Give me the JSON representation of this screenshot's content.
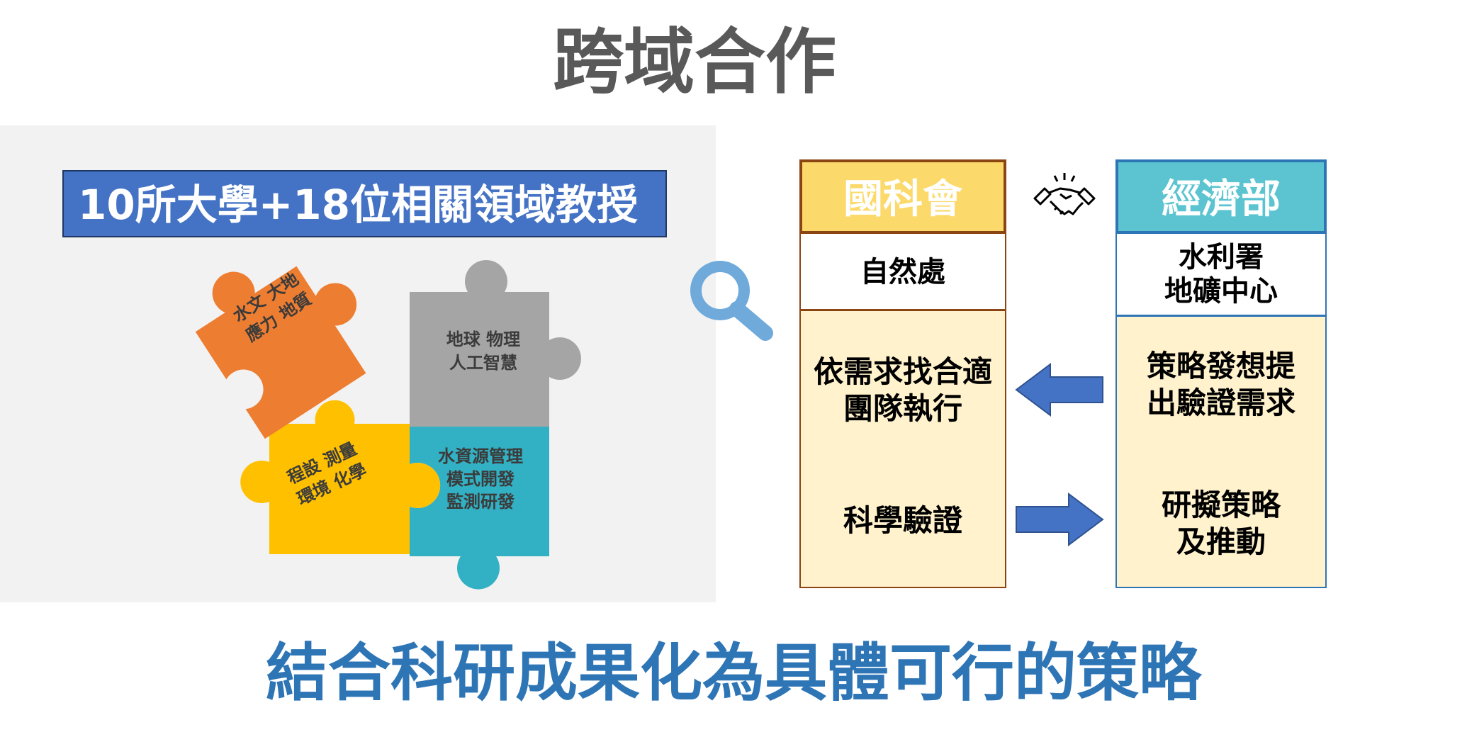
{
  "title": "跨域合作",
  "left_panel": {
    "banner": "10所大學+18位相關領域教授",
    "puzzle": {
      "orange": [
        "水文 大地",
        "應力 地質"
      ],
      "gray": [
        "地球 物理",
        "人工智慧"
      ],
      "yellow": [
        "程設 測量",
        "環境 化學"
      ],
      "teal": [
        "水資源管理",
        "模式開發",
        "監測研發"
      ]
    }
  },
  "nsc": {
    "heading": "國科會",
    "unit": "自然處",
    "task1": [
      "依需求找合適",
      "團隊執行"
    ],
    "task2": "科學驗證"
  },
  "moea": {
    "heading": "經濟部",
    "units": [
      "水利署",
      "地礦中心"
    ],
    "task1": [
      "策略發想提",
      "出驗證需求"
    ],
    "task2": [
      "研擬策略",
      "及推動"
    ]
  },
  "icons": {
    "search": "magnifier-icon",
    "handshake": "handshake-icon",
    "arrow_left": "arrow-left-icon",
    "arrow_right": "arrow-right-icon"
  },
  "colors": {
    "banner_blue": "#4472c4",
    "orange": "#ed7d31",
    "gray": "#a5a5a5",
    "yellow": "#ffc000",
    "teal": "#33b1c4",
    "nsc_head": "#fbd96a",
    "moea_head": "#5bc4d0",
    "cream": "#fff2cc",
    "bottom_blue": "#2e75b6"
  },
  "bottom_title": "結合科研成果化為具體可行的策略"
}
